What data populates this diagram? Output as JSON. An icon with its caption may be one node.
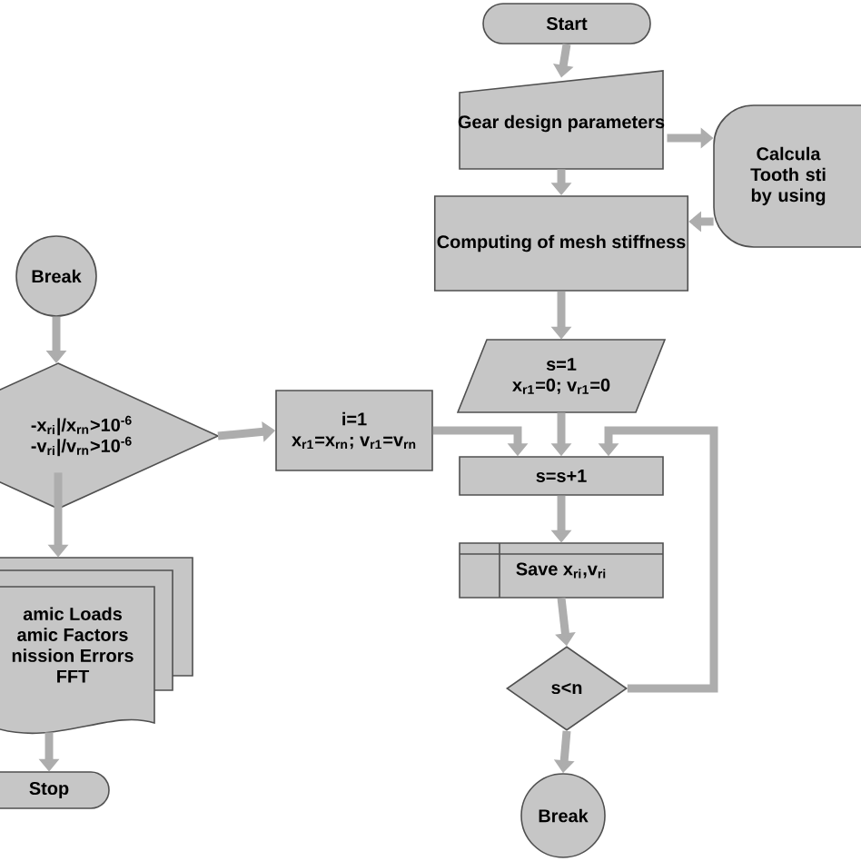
{
  "diagram": {
    "nodes": [
      {
        "text": [
          "Start"
        ]
      },
      {
        "text": [
          "Gear design parameters"
        ]
      },
      {
        "text": [
          "Calcula Tooth sti by using"
        ]
      },
      {
        "text": [
          "Computing of mesh stiffness"
        ]
      },
      {
        "text": [
          "s=1",
          "x$_{r1}$=0; v$_{r1}$=0"
        ]
      },
      {
        "text": [
          "s=s+1"
        ]
      },
      {
        "text": [
          "Save x$_{ri}$,v$_{ri}$"
        ]
      },
      {
        "text": [
          "s<n"
        ]
      },
      {
        "text": [
          "Break"
        ]
      },
      {
        "text": [
          "Break"
        ]
      },
      {
        "text": [
          "-x$_{ri}$|/x$_{rn}$>10$^{-6}$",
          "-v$_{ri}$|/v$_{rn}$>10$^{-6}$"
        ]
      },
      {
        "text": [
          "amic Loads",
          "amic Factors",
          "nission Errors",
          "FFT"
        ]
      },
      {
        "text": [
          "Stop"
        ]
      },
      {
        "text": [
          "i=1",
          "x$_{r1}$=x$_{rn}$; v$_{r1}$=v$_{rn}$"
        ]
      }
    ],
    "edges": [
      {
        "from": 0,
        "to": 1,
        "arrow": "to"
      },
      {
        "from": 1,
        "to": 2,
        "arrow": "to"
      },
      {
        "from": 2,
        "to": 3,
        "arrow": "to"
      },
      {
        "from": 1,
        "to": 3,
        "arrow": "to"
      },
      {
        "from": 3,
        "to": 4,
        "arrow": "to"
      },
      {
        "from": 4,
        "to": 5,
        "arrow": "to"
      },
      {
        "from": 13,
        "to": 5,
        "arrow": "to"
      },
      {
        "from": 7,
        "to": 5,
        "arrow": "to"
      },
      {
        "from": 5,
        "to": 6,
        "arrow": "to"
      },
      {
        "from": 6,
        "to": 7,
        "arrow": "to"
      },
      {
        "from": 7,
        "to": 8,
        "arrow": "to"
      },
      {
        "from": 9,
        "to": 10,
        "arrow": "to"
      },
      {
        "from": 10,
        "to": 13,
        "arrow": "to"
      },
      {
        "from": 10,
        "to": 11,
        "arrow": "to"
      },
      {
        "from": 11,
        "to": 12,
        "arrow": "to"
      }
    ]
  }
}
